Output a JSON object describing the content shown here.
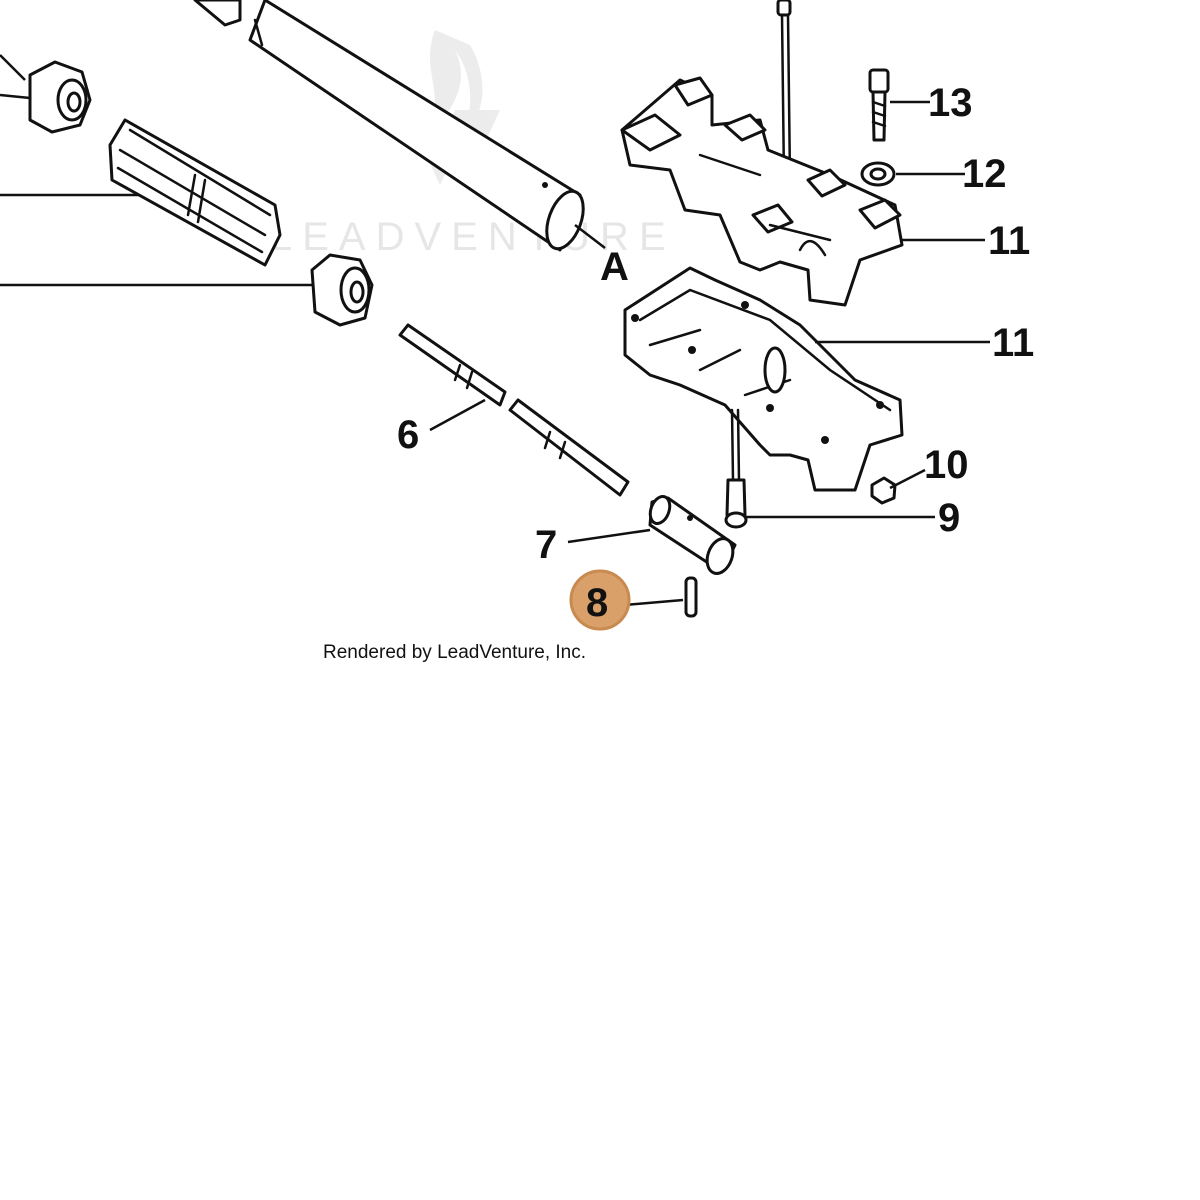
{
  "diagram": {
    "callouts": {
      "c13": "13",
      "c12": "12",
      "c11_top": "11",
      "c11_bottom": "11",
      "c10": "10",
      "c9": "9",
      "c8": "8",
      "c7": "7",
      "c6": "6",
      "ref_a": "A"
    },
    "highlight": {
      "color": "#d9a06a",
      "border": "#c98a4e",
      "part": "8"
    },
    "watermark": {
      "text": "LEADVENTURE"
    },
    "credit": "Rendered by LeadVenture, Inc."
  }
}
